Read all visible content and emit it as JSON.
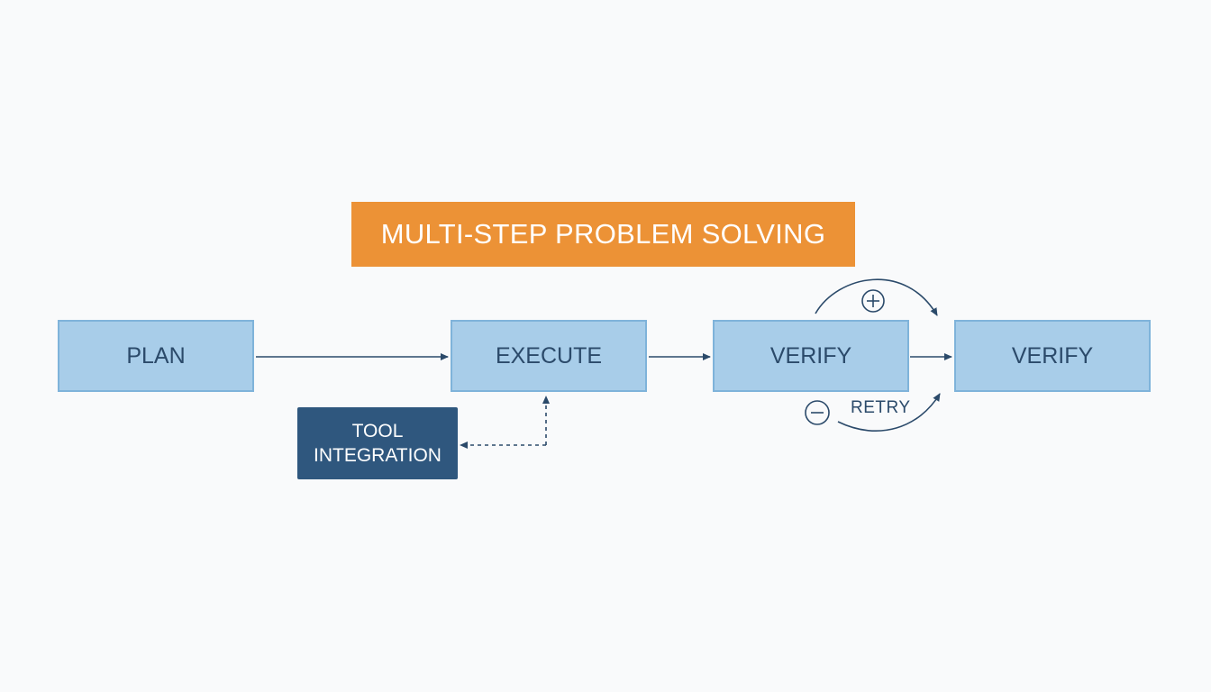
{
  "title": "MULTI-STEP PROBLEM SOLVING",
  "nodes": {
    "plan": "PLAN",
    "execute": "EXECUTE",
    "verify_1": "VERIFY",
    "verify_2": "VERIFY"
  },
  "tool": {
    "line1": "TOOL",
    "line2": "INTEGRATION"
  },
  "retry_label": "RETRY",
  "icons": {
    "success": "plus-circle-icon",
    "failure": "minus-circle-icon"
  },
  "colors": {
    "banner": "#ec9236",
    "node_fill": "#a8cde9",
    "node_border": "#7fb3da",
    "tool_fill": "#2f577e",
    "line": "#2b4a6a"
  }
}
